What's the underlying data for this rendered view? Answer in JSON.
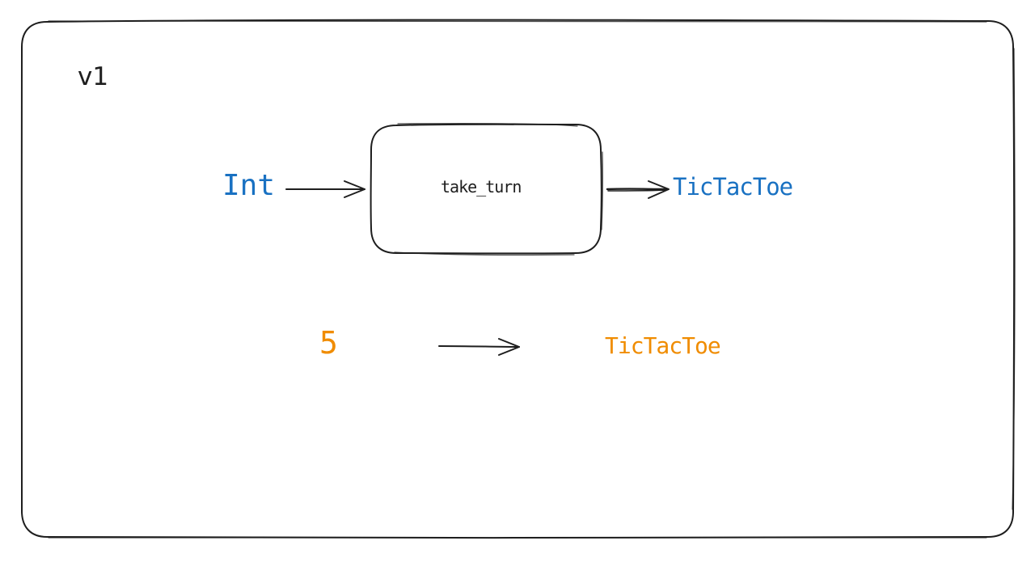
{
  "diagram": {
    "version_label": "v1",
    "signature": {
      "input_type": "Int",
      "function_name": "take_turn",
      "output_type": "TicTacToe"
    },
    "example": {
      "input_value": "5",
      "output_value": "TicTacToe"
    },
    "colors": {
      "stroke": "#1e1e1e",
      "type_blue": "#1971c2",
      "example_orange": "#f08c00",
      "background": "#ffffff"
    }
  }
}
